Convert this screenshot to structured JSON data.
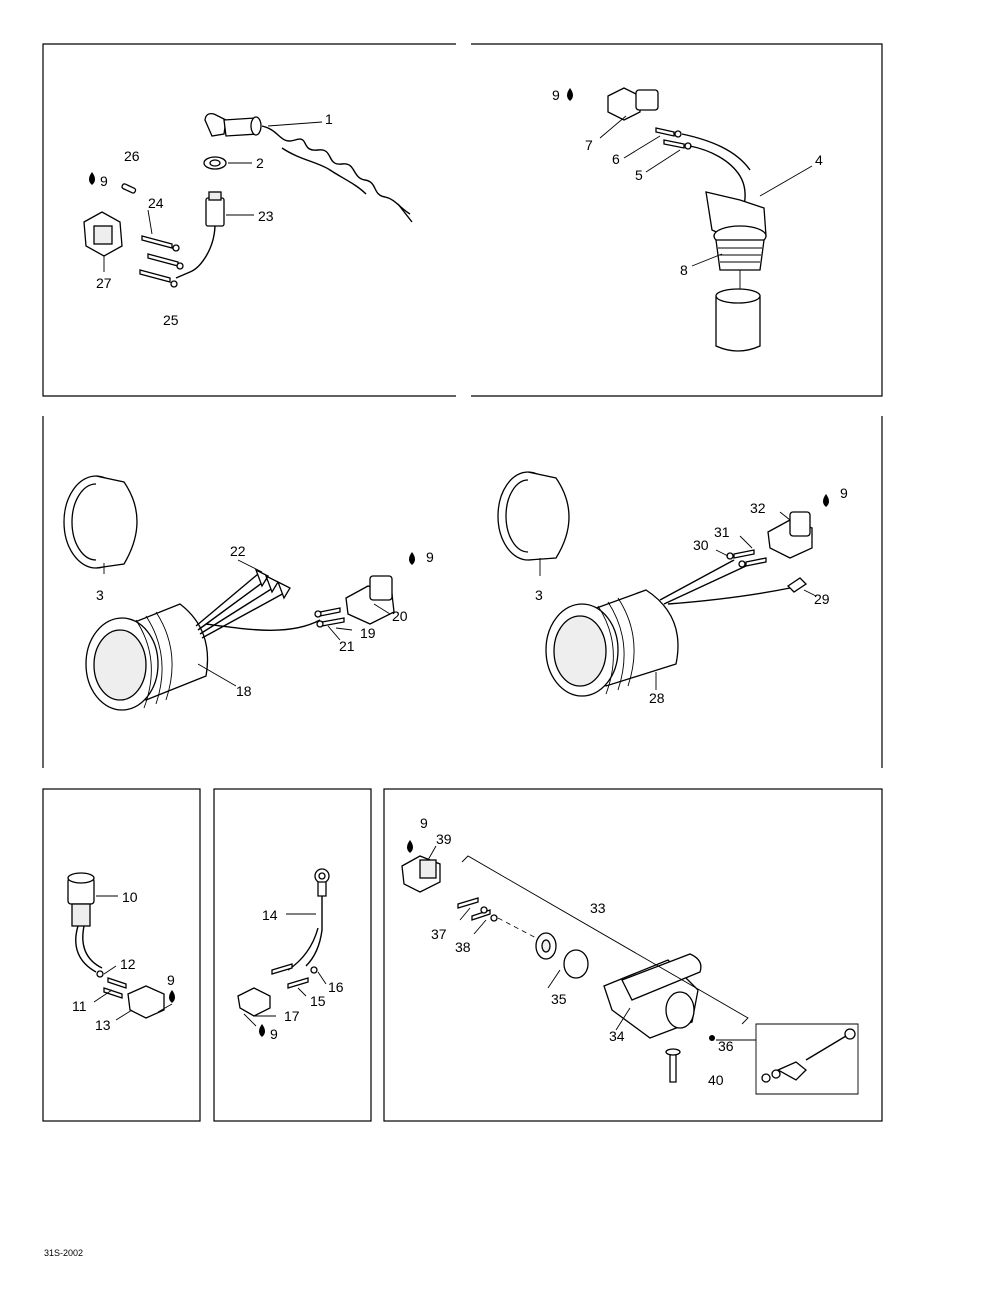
{
  "labels": {
    "p1": "1",
    "p2": "2",
    "p3a": "3",
    "p3b": "3",
    "p4": "4",
    "p5": "5",
    "p6": "6",
    "p7": "7",
    "p8": "8",
    "p9a": "9",
    "p9b": "9",
    "p9c": "9",
    "p9d": "9",
    "p9e": "9",
    "p9f": "9",
    "p9g": "9",
    "p10": "10",
    "p11": "11",
    "p12": "12",
    "p13": "13",
    "p14": "14",
    "p15": "15",
    "p16": "16",
    "p17": "17",
    "p18": "18",
    "p19": "19",
    "p20": "20",
    "p21": "21",
    "p22": "22",
    "p23": "23",
    "p24": "24",
    "p25": "25",
    "p26": "26",
    "p27": "27",
    "p28": "28",
    "p29": "29",
    "p30": "30",
    "p31": "31",
    "p32": "32",
    "p33": "33",
    "p34": "34",
    "p35": "35",
    "p36": "36",
    "p37": "37",
    "p38": "38",
    "p39": "39",
    "p40": "40"
  },
  "reference_code": "31S-2002"
}
